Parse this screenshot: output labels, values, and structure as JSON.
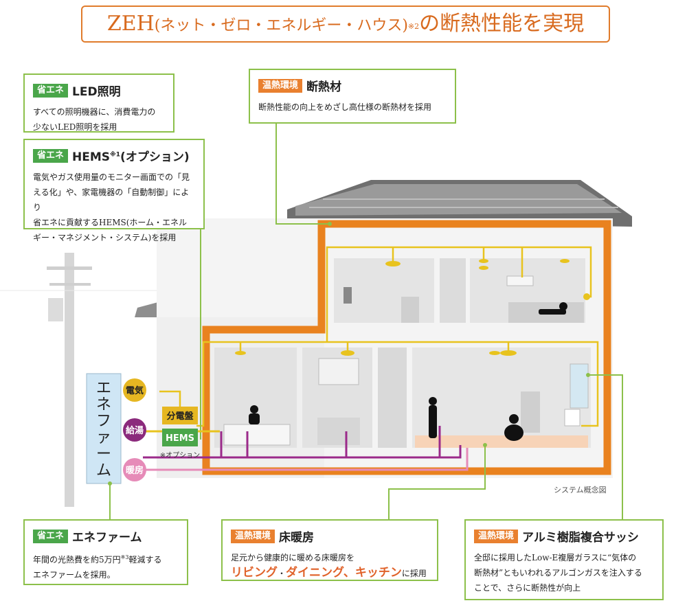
{
  "title": {
    "zeh": "ZEH",
    "paren": "(ネット・ゼロ・エネルギー・ハウス)",
    "note": "※2",
    "rest": "の断熱性能を実現"
  },
  "boxes": {
    "led": {
      "tag": "省エネ",
      "title": "LED照明",
      "lines": [
        "すべての照明機器に、消費電力の",
        "少ないLED照明を採用"
      ]
    },
    "hems": {
      "tag": "省エネ",
      "title_main": "HEMS",
      "title_note": "※1",
      "title_suffix": "(オプション)",
      "lines": [
        "電気やガス使用量のモニター画面での「見",
        "える化」や、家電機器の「自動制御」により",
        "省エネに貢献するHEMS(ホーム・エネル",
        "ギー・マネジメント・システム)を採用"
      ]
    },
    "insulation": {
      "tag": "温熱環境",
      "title": "断熱材",
      "lines": [
        "断熱性能の向上をめざし高仕様の断熱材を採用"
      ]
    },
    "enefarm": {
      "tag": "省エネ",
      "title": "エネファーム",
      "line1_a": "年間の光熱費を約5万円",
      "line1_note": "※3",
      "line1_b": "軽減する",
      "line2": "エネファームを採用。"
    },
    "floor": {
      "tag": "温熱環境",
      "title": "床暖房",
      "line1": "足元から健康的に暖める床暖房を",
      "hl1": "リビング",
      "sep": "・",
      "hl2": "ダイニング、キッチン",
      "tail": "に採用"
    },
    "sash": {
      "tag": "温熱環境",
      "title": "アルミ樹脂複合サッシ",
      "lines": [
        "全邸に採用したLow-E複層ガラスに“気体の",
        "断熱材”ともいわれるアルゴンガスを注入する",
        "ことで、さらに断熱性が向上"
      ]
    }
  },
  "diagram": {
    "enefarm_label": "エネファーム",
    "electric": "電気",
    "hotwater": "給湯",
    "heating": "暖房",
    "panel": "分電盤",
    "hems": "HEMS",
    "hems_note": "※オプション",
    "caption": "システム概念図"
  },
  "colors": {
    "accent_orange": "#e07b2b",
    "box_green": "#8cc04a",
    "tag_green": "#4aa64a",
    "tag_orange": "#e9802f",
    "wire_yellow": "#e8c31e",
    "pipe_purple": "#9b2a8a",
    "pipe_pink": "#e68bb8",
    "insulation_orange": "#e9821f",
    "enefarm_blue": "#cfe6f5"
  }
}
